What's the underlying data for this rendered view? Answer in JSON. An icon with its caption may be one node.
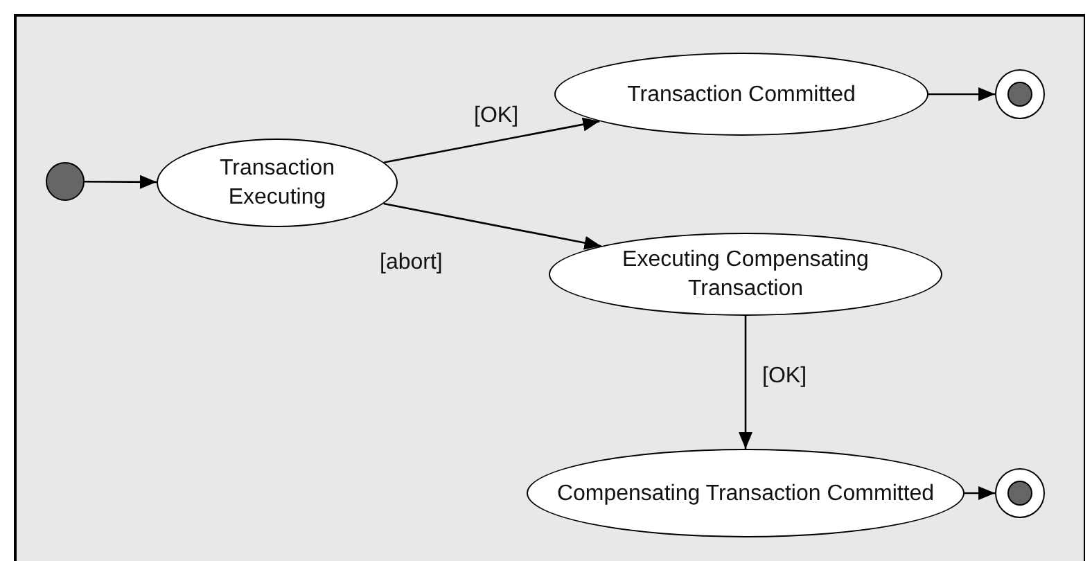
{
  "diagram": {
    "nodes": [
      {
        "text": [],
        "shape": "circle"
      },
      {
        "text": [
          "Transaction Executing"
        ]
      },
      {
        "text": [
          "Transaction Committed"
        ]
      },
      {
        "text": [],
        "shape": "bullseye"
      },
      {
        "text": [
          "Executing Compensating Transaction"
        ]
      },
      {
        "text": [],
        "shape": "bullseye"
      },
      {
        "text": [
          "Compensating Transaction Committed"
        ]
      }
    ],
    "edges": [
      {
        "from": 0,
        "to": 1,
        "arrow": "to"
      },
      {
        "from": 1,
        "to": 2,
        "arrow": "to",
        "label": "[OK]"
      },
      {
        "from": 1,
        "to": 4,
        "arrow": "to",
        "label": "[abort]"
      },
      {
        "from": 2,
        "to": 3,
        "arrow": "to"
      },
      {
        "from": 4,
        "to": 6,
        "arrow": "to",
        "label": "[OK]"
      },
      {
        "from": 6,
        "to": 5,
        "arrow": "to"
      }
    ]
  }
}
